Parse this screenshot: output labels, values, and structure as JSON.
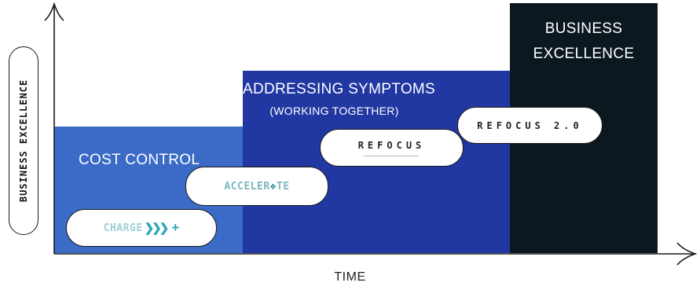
{
  "diagram": {
    "y_axis_label": "BUSINESS EXCELLENCE",
    "x_axis_label": "TIME",
    "colors": {
      "cost_control": "#3b6bc7",
      "addressing_symptoms": "#2137a1",
      "business_excellence": "#0b1820",
      "axis": "#1a1a1a"
    },
    "stages": [
      {
        "title": "COST CONTROL"
      },
      {
        "title": "ADDRESSING SYMPTOMS",
        "subtitle": "(WORKING TOGETHER)"
      },
      {
        "title_line1": "BUSINESS",
        "title_line2": "EXCELLENCE"
      }
    ],
    "programs": [
      {
        "logo_text": "CHARGE",
        "icon": "triple-chevron-icon",
        "suffix": "+"
      },
      {
        "logo_text_a": "ACCELER",
        "icon": "gem-icon",
        "logo_text_b": "TE"
      },
      {
        "logo_text": "REFOCUS"
      },
      {
        "logo_text": "REFOCUS 2.0"
      }
    ]
  }
}
